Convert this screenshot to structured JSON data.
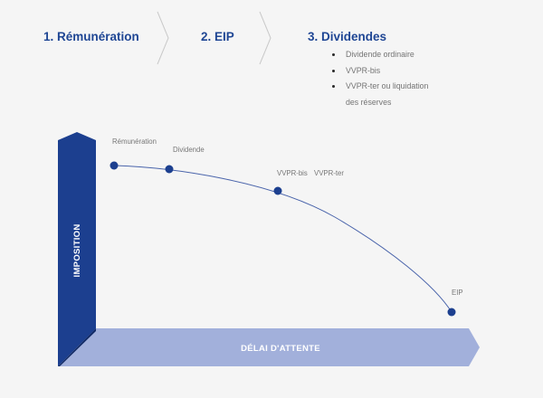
{
  "steps": [
    {
      "label": "1. Rémunération"
    },
    {
      "label": "2. EIP"
    },
    {
      "label": "3. Dividendes"
    }
  ],
  "dividend_options": [
    "Dividende ordinaire",
    "VVPR-bis",
    "VVPR-ter ou liquidation",
    "des réserves"
  ],
  "axes": {
    "y_label": "IMPOSITION",
    "x_label": "DÉLAI D'ATTENTE"
  },
  "curve_points": [
    {
      "label": "Rémunération"
    },
    {
      "label": "Dividende"
    },
    {
      "label": "VVPR-bis"
    },
    {
      "label": "VVPR-ter"
    },
    {
      "label": "EIP"
    }
  ],
  "colors": {
    "step_text": "#1f4694",
    "y_axis": "#1c3f8f",
    "y_axis_shadow": "#112a66",
    "x_axis": "#a2b0db",
    "point": "#1c3f8f",
    "curve": "#4a64ab"
  }
}
